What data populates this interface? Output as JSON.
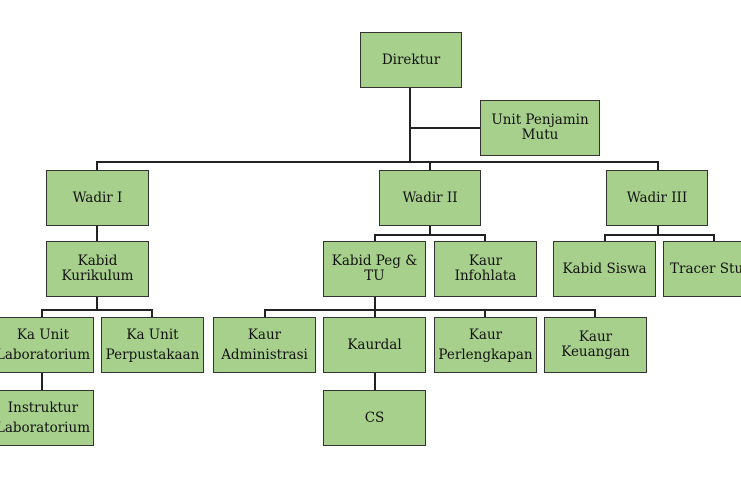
{
  "colors": {
    "box_fill": "#a8d08d",
    "box_border": "#333333",
    "line": "#222222"
  },
  "nodes": {
    "direktur": "Direktur",
    "unit_penjamin_mutu": "Unit Penjamin\nMutu",
    "wadir_1": "Wadir I",
    "wadir_2": "Wadir II",
    "wadir_3": "Wadir III",
    "kabid_kurikulum": "Kabid\nKurikulum",
    "kabid_peg_tu": "Kabid Peg &\nTU",
    "kaur_infohlata": "Kaur\nInfohlata",
    "kabid_siswa": "Kabid Siswa",
    "tracer_study": "Tracer Study",
    "ka_unit_laboratorium": "Ka Unit\nLaboratorium",
    "ka_unit_perpustakaan": "Ka Unit\nPerpustakaan",
    "kaur_administrasi": "Kaur\nAdministrasi",
    "kaurdal": "Kaurdal",
    "kaur_perlengkapan": "Kaur\nPerlengkapan",
    "kaur_keuangan": "Kaur\nKeuangan",
    "instruktur_laboratorium": "Instruktur\nLaboratorium",
    "cs": "CS"
  }
}
